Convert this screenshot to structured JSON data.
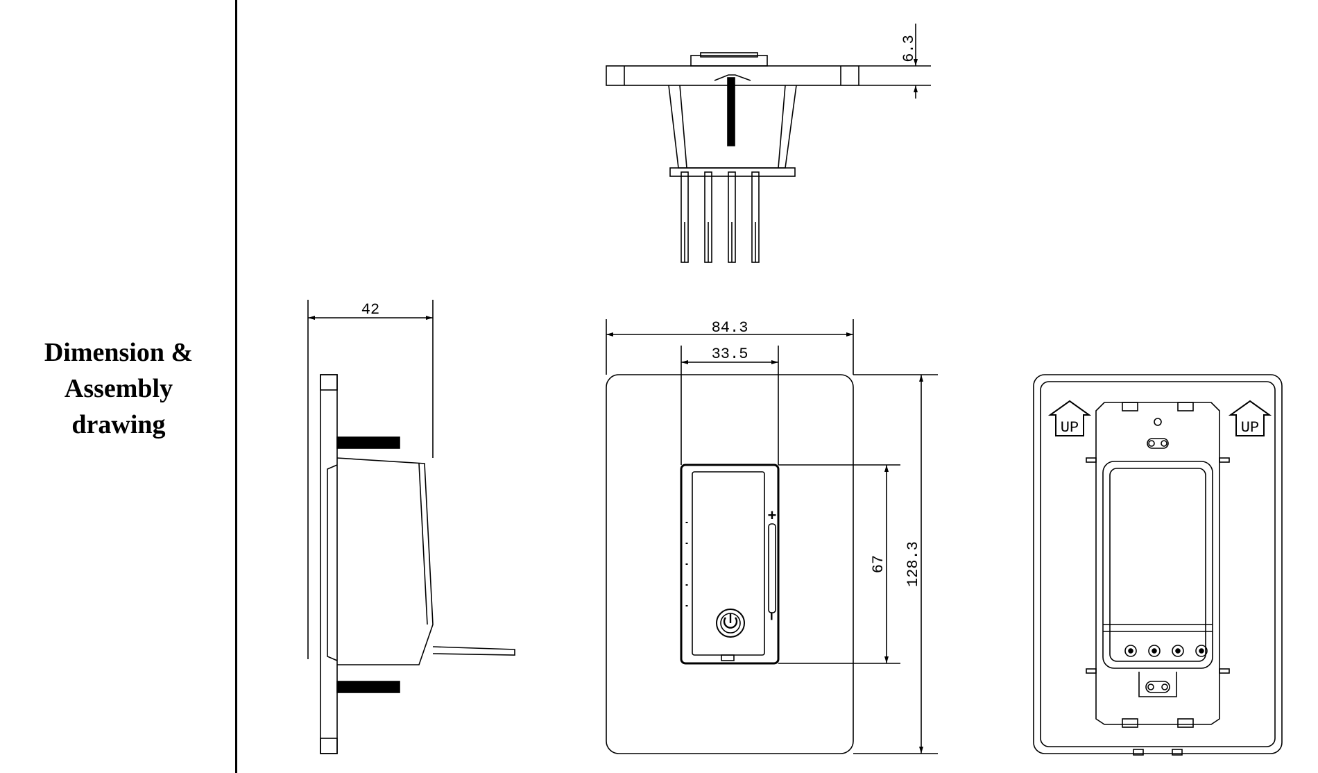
{
  "section": {
    "title_lines": [
      "Dimension &",
      "Assembly",
      "drawing"
    ]
  },
  "dimensions": {
    "plate_thickness": "6.3",
    "depth": "42",
    "overall_width": "84.3",
    "button_width": "33.5",
    "button_height": "67",
    "overall_height": "128.3"
  },
  "labels": {
    "up_left": "UP",
    "up_right": "UP",
    "plus": "+",
    "minus": "−"
  },
  "icons": {
    "power": "power-icon",
    "up_arrow": "up-arrow-icon"
  },
  "colors": {
    "line": "#000000",
    "background": "#ffffff"
  }
}
